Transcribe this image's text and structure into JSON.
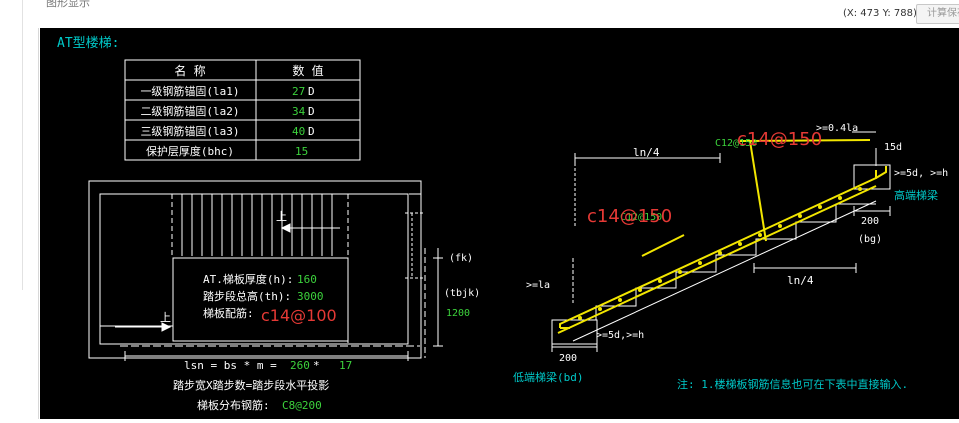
{
  "page": {
    "breadcrumb": "图形显示"
  },
  "toolbar": {
    "coordinates": "(X: 473 Y: 788)",
    "calc_button_label": "计算保存"
  },
  "drawing": {
    "title": "AT型楼梯:",
    "table": {
      "header_name": "名  称",
      "header_value": "数  值",
      "rows": [
        {
          "name": "一级钢筋锚固(la1)",
          "value": "27",
          "unit": "D"
        },
        {
          "name": "二级钢筋锚固(la2)",
          "value": "34",
          "unit": "D"
        },
        {
          "name": "三级钢筋锚固(la3)",
          "value": "40",
          "unit": "D"
        },
        {
          "name": "保护层厚度(bhc)",
          "value": "15",
          "unit": ""
        }
      ]
    },
    "plan": {
      "up_label_top": "上",
      "up_label_bottom": "上",
      "thickness_label": "AT.梯板厚度(h):",
      "thickness_value": "160",
      "height_label": "踏步段总高(th):",
      "height_value": "3000",
      "rebar_label": "梯板配筋:",
      "rebar_overlay": "c14@100",
      "fk_label": "(fk)",
      "tbjk_label": "(tbjk)",
      "width_value": "1200",
      "formula_prefix": "lsn = bs * m = ",
      "formula_bs": "260",
      "formula_mid": " * ",
      "formula_m": "17",
      "formula_note": "踏步宽X踏步数=踏步段水平投影",
      "distribution_label": "梯板分布钢筋:",
      "distribution_value": "C8@200"
    },
    "section": {
      "ln4_top": "ln/4",
      "ln4_bottom": "ln/4",
      "top_rebar_small": "C12@150",
      "top_rebar_overlay": "c14@150",
      "mid_rebar_small": "C12@150",
      "mid_rebar_overlay": "c14@150",
      "anchor_top": ">=0.4la",
      "anchor_15d": "15d",
      "anchor_5d_top": ">=5d, >=h",
      "high_beam": "高端梯梁",
      "dim_200_right": "200",
      "bg_label": "(bg)",
      "la_label": ">=la",
      "anchor_5d_bottom": ">=5d,>=h",
      "dim_200_left": "200",
      "low_beam": "低端梯梁(bd)"
    },
    "note": "注: 1.楼梯板钢筋信息也可在下表中直接输入."
  }
}
